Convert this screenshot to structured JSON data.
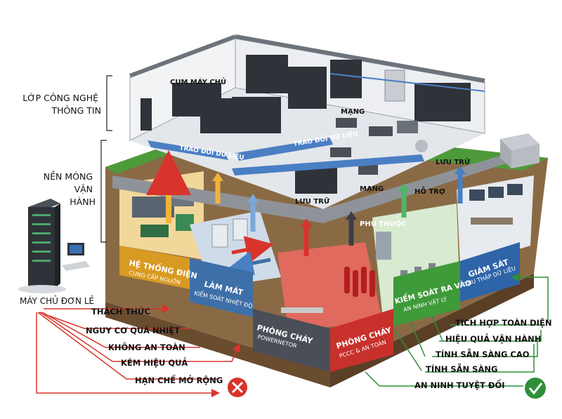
{
  "layers": {
    "it_layer": "LỚP CÔNG NGHỆ\nTHÔNG TIN",
    "foundation": "NỀN MÓNG\nVẬN\nHÀNH"
  },
  "standalone": {
    "label": "MÁY CHỦ ĐƠN LẺ"
  },
  "upper": {
    "server_cluster": "CỤM MÁY CHỦ",
    "network_1": "MẠNG",
    "network_2": "MẠNG",
    "storage_1": "LƯU TRỮ",
    "storage_2": "LƯU TRỮ",
    "data_exchange_1": "TRAO ĐỔI DỮ LIỆU",
    "data_exchange_2": "TRAO ĐỔI DỮ LIỆU",
    "dependency": "PHỤ THUỘC",
    "support": "HỖ TRỢ"
  },
  "faces": {
    "power": {
      "title": "HỆ THỐNG ĐIỆN",
      "sub": "CUNG CẤP NGUỒN"
    },
    "cooling": {
      "title": "LÀM MÁT",
      "sub": "KIỂM SOÁT NHIỆT ĐỘ"
    },
    "fire_front": {
      "title": "PHÒNG CHÁY",
      "sub": "POWERNETOR"
    },
    "fire": {
      "title": "PHÒNG CHÁY",
      "sub": "PCCC & AN TOÀN"
    },
    "access": {
      "title": "KIỂM SOÁT RA VÀO",
      "sub": "AN NINH VẬT LÝ"
    },
    "monitor": {
      "title": "GIÁM SÁT",
      "sub": "THU THẬP DỮ LIỆU"
    }
  },
  "challenges": [
    "THÁCH THỨC",
    "NGUY CƠ QUÁ NHIỆT",
    "KHÔNG AN TOÀN",
    "KÉM HIỆU QUẢ",
    "HẠN CHẾ MỞ RỘNG"
  ],
  "benefits": [
    "TÍCH HỢP TOÀN DIỆN",
    "HIỆU QUẢ VẬN HÀNH",
    "TÍNH SẴN SÀNG CAO",
    "TÍNH SẴN SÀNG",
    "AN NINH TUYỆT ĐỐI"
  ],
  "colors": {
    "power": "#d89a22",
    "cooling": "#3d6fa8",
    "fire": "#c8302c",
    "access": "#3f9a3a",
    "monitor": "#2e64a8",
    "danger": "#d8342c",
    "ok": "#2f8f39"
  }
}
